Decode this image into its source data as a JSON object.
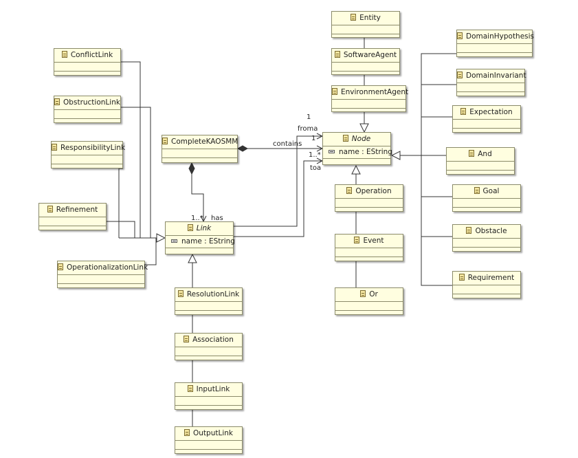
{
  "classes": {
    "entity": "Entity",
    "software_agent": "SoftwareAgent",
    "environment_agent": "EnvironmentAgent",
    "node": "Node",
    "node_attr": "name : EString",
    "complete": "CompleteKAOSMM",
    "link": "Link",
    "link_attr": "name : EString",
    "conflict": "ConflictLink",
    "obstruction": "ObstructionLink",
    "responsibility": "ResponsibilityLink",
    "refinement": "Refinement",
    "operationalization": "OperationalizationLink",
    "resolution": "ResolutionLink",
    "association": "Association",
    "input": "InputLink",
    "output": "OutputLink",
    "operation": "Operation",
    "event": "Event",
    "or": "Or",
    "domain_hypothesis": "DomainHypothesis",
    "domain_invariant": "DomainInvariant",
    "expectation": "Expectation",
    "and": "And",
    "goal": "Goal",
    "obstacle": "Obstacle",
    "requirement": "Requirement"
  },
  "labels": {
    "froma_mult": "1",
    "froma": "froma",
    "contains_mult": "1",
    "contains": "contains",
    "toa_mult": "1..*",
    "toa": "toa",
    "has_mult": "1..*",
    "has": "has"
  },
  "colors": {
    "class_fill": "#fffee0",
    "class_border": "#8a8a6a",
    "line": "#333333"
  }
}
